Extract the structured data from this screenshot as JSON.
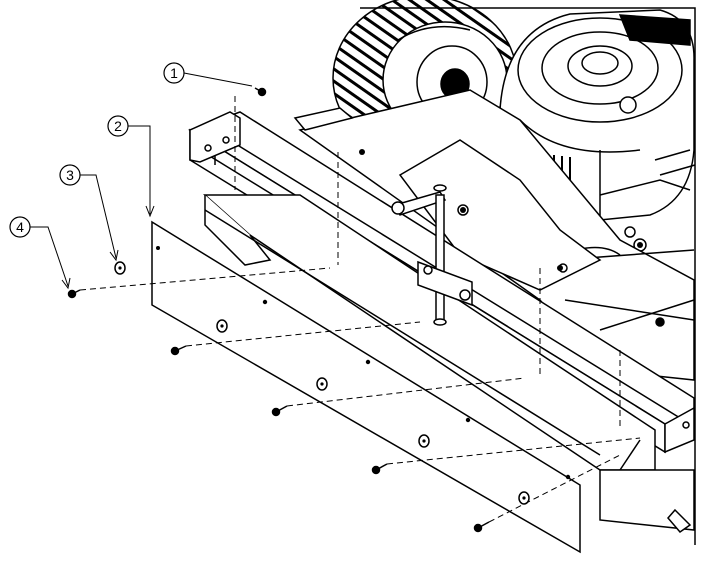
{
  "diagram": {
    "callouts": [
      {
        "number": "1",
        "part": "screw"
      },
      {
        "number": "2",
        "part": "panel"
      },
      {
        "number": "3",
        "part": "washer"
      },
      {
        "number": "4",
        "part": "screw"
      }
    ]
  }
}
